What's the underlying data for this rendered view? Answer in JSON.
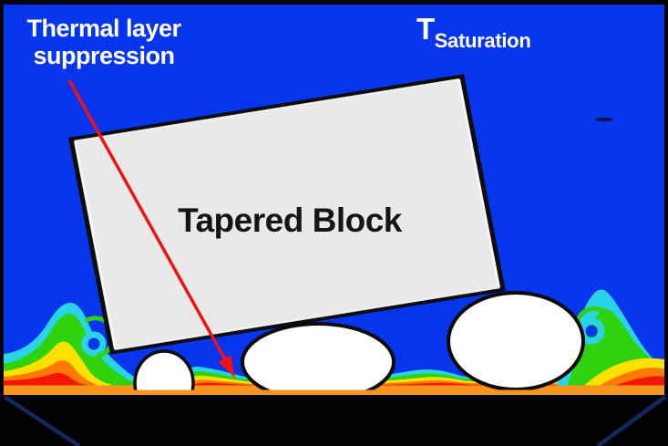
{
  "figure": {
    "annotations": {
      "suppression_line1": "Thermal layer",
      "suppression_line2": "suppression",
      "tsat_main": "T",
      "tsat_sub": "Saturation",
      "block_label": "Tapered Block"
    },
    "colors": {
      "background_blue": "#0635ec",
      "block_gray": "#e9e9e9",
      "block_edge": "#0d0d0d",
      "block_inner_rim": "#fbfbfb",
      "bubble_white": "#ffffff",
      "bubble_edge": "#0a0a0a",
      "surface_orange": "#f7941d",
      "arrow_red": "#ee1212",
      "callout_navy": "#16265e",
      "frame_black": "#000000",
      "colormap_cyan": "#29d3e8",
      "colormap_green": "#2fd30d",
      "colormap_yellow": "#ffe100",
      "colormap_orange": "#ff7a00",
      "colormap_red": "#f01800"
    }
  }
}
